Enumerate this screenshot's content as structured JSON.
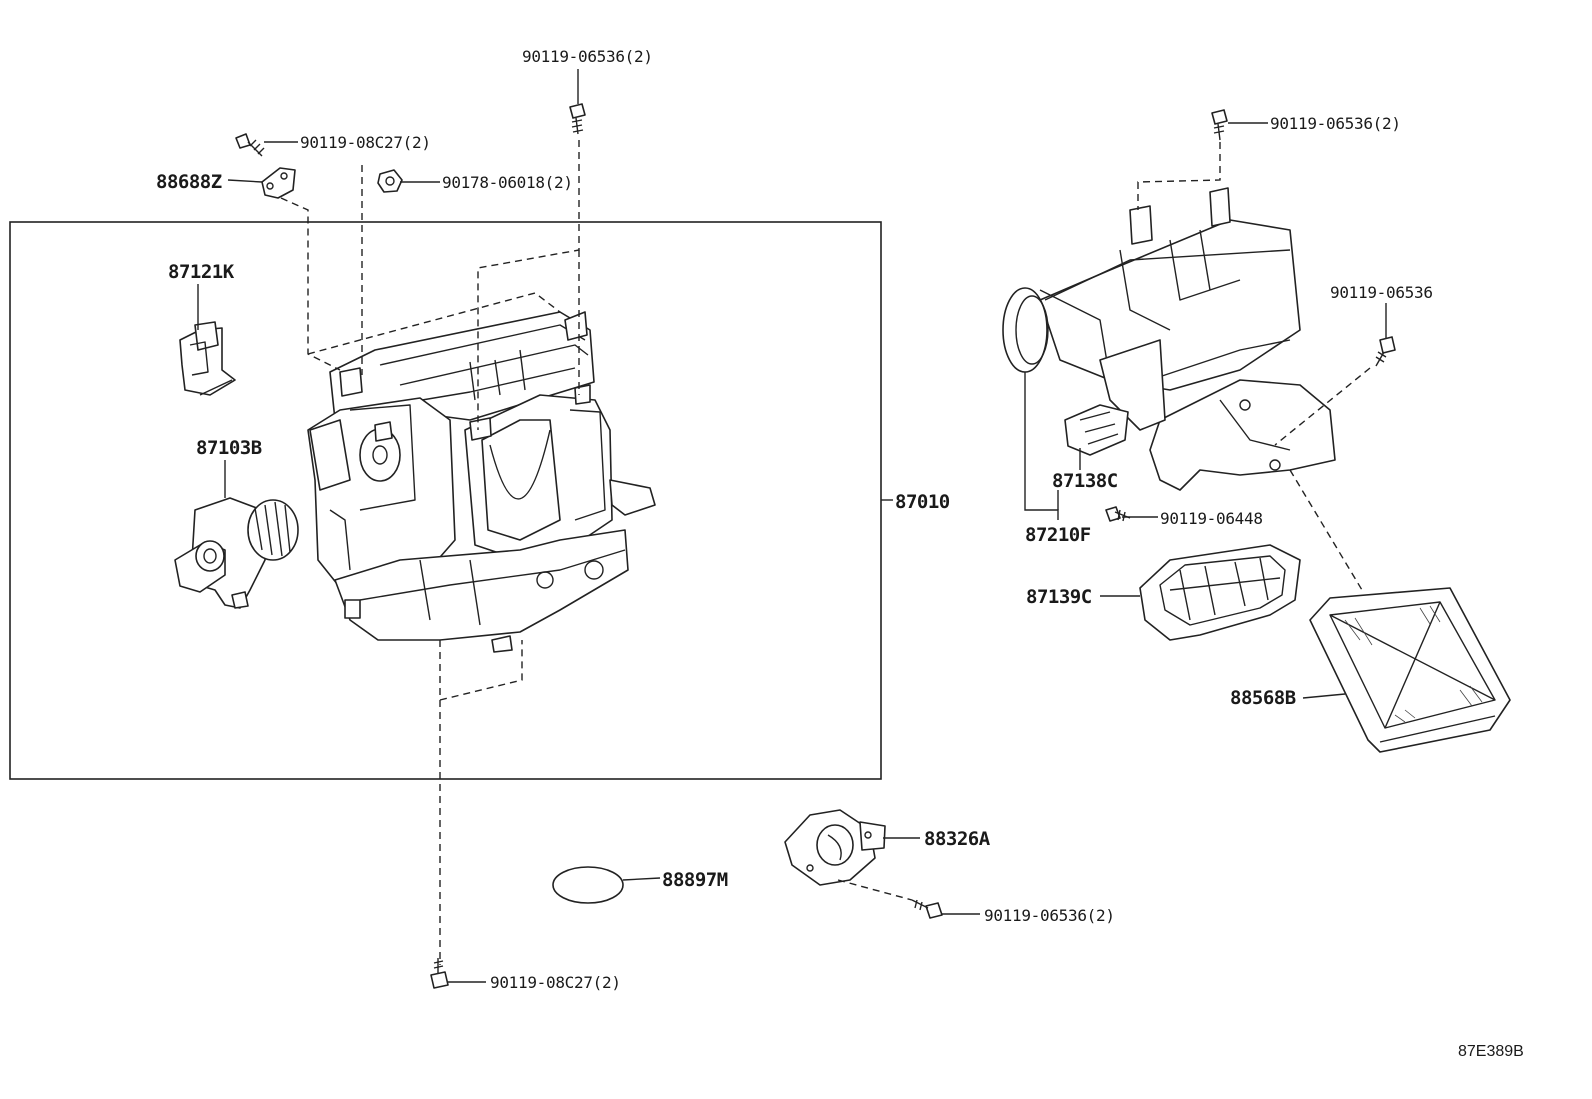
{
  "diagram_code": "87E389B",
  "labels": {
    "top_bolt": "90119-06536(2)",
    "upper_left_bolt": "90119-08C27(2)",
    "nut": "90178-06018(2)",
    "bracket": "88688Z",
    "servo": "87121K",
    "blower_motor": "87103B",
    "unit_assy": "87010",
    "right_top_bolt": "90119-06536(2)",
    "right_side_bolt": "90119-06536",
    "resistor": "87138C",
    "resistor_screw": "90119-06448",
    "case": "87210F",
    "cover": "87139C",
    "filter": "88568B",
    "gasket": "88897M",
    "actuator": "88326A",
    "actuator_bolt": "90119-06536(2)",
    "bottom_bolt": "90119-08C27(2)"
  }
}
